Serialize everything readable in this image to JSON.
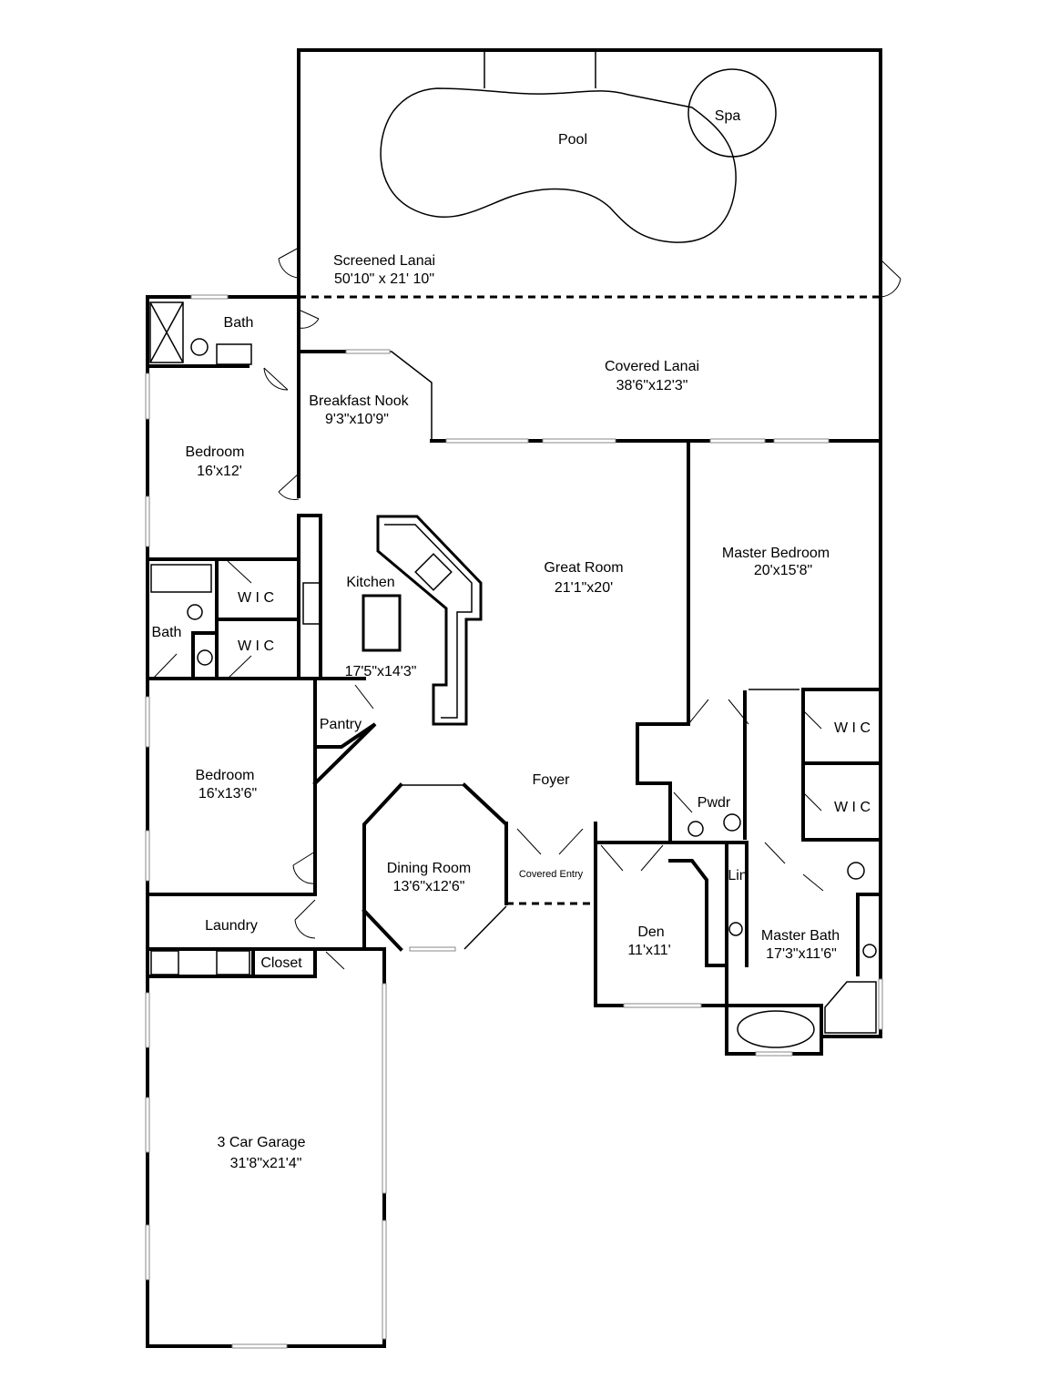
{
  "rooms": {
    "pool": "Pool",
    "spa": "Spa",
    "screened_lanai": {
      "name": "Screened Lanai",
      "size": "50'10\" x 21' 10\""
    },
    "covered_lanai": {
      "name": "Covered Lanai",
      "size": "38'6\"x12'3\""
    },
    "bath_upper": "Bath",
    "breakfast_nook": {
      "name": "Breakfast Nook",
      "size": "9'3\"x10'9\""
    },
    "bedroom_1": {
      "name": "Bedroom",
      "size": "16'x12'"
    },
    "kitchen": {
      "name": "Kitchen",
      "size": "17'5\"x14'3\""
    },
    "great_room": {
      "name": "Great Room",
      "size": "21'1\"x20'"
    },
    "master_bedroom": {
      "name": "Master Bedroom",
      "size": "20'x15'8\""
    },
    "wic_1": "W I C",
    "wic_2": "W I C",
    "bath_middle": "Bath",
    "pantry": "Pantry",
    "bedroom_2": {
      "name": "Bedroom",
      "size": "16'x13'6\""
    },
    "foyer": "Foyer",
    "wic_master_1": "W I C",
    "wic_master_2": "W I C",
    "pwdr": "Pwdr",
    "dining_room": {
      "name": "Dining Room",
      "size": "13'6\"x12'6\""
    },
    "covered_entry": "Covered Entry",
    "lin": "Lin",
    "laundry": "Laundry",
    "closet": "Closet",
    "den": {
      "name": "Den",
      "size": "11'x11'"
    },
    "master_bath": {
      "name": "Master Bath",
      "size": "17'3\"x11'6\""
    },
    "garage": {
      "name": "3 Car Garage",
      "size": "31'8\"x21'4\""
    }
  }
}
